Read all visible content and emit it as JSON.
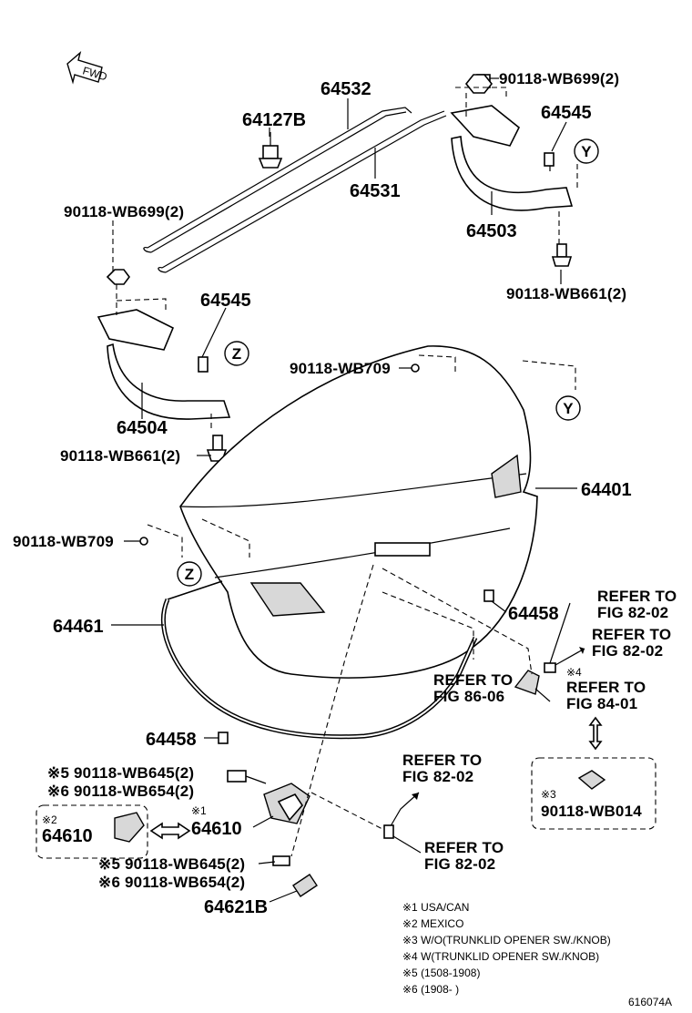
{
  "labels": {
    "p64532": "64532",
    "p64127b": "64127B",
    "p64531": "64531",
    "bolt_top_right": "90118-WB699(2)",
    "p64545_right": "64545",
    "p64503": "64503",
    "bolt_right_lower": "90118-WB661(2)",
    "bolt_left_upper": "90118-WB699(2)",
    "p64545_left": "64545",
    "p64504": "64504",
    "bolt_left_lower": "90118-WB661(2)",
    "clip_center": "90118-WB709",
    "clip_left": "90118-WB709",
    "p64401": "64401",
    "p64461": "64461",
    "p64458_right": "64458",
    "p64458_left": "64458",
    "refer_82_02_a_1": "REFER TO",
    "refer_82_02_a_2": "FIG 82-02",
    "refer_82_02_b_1": "REFER TO",
    "refer_82_02_b_2": "FIG 82-02",
    "refer_84_01_1": "REFER TO",
    "refer_84_01_2": "FIG 84-01",
    "refer_86_06_1": "REFER TO",
    "refer_86_06_2": "FIG 86-06",
    "refer_82_02_c_1": "REFER TO",
    "refer_82_02_c_2": "FIG 82-02",
    "refer_82_02_d_1": "REFER TO",
    "refer_82_02_d_2": "FIG 82-02",
    "mark4": "※4",
    "bolt_645_a": "※5 90118-WB645(2)",
    "bolt_654_a": "※6 90118-WB654(2)",
    "mark1": "※1",
    "p64610_main": "64610",
    "mark2": "※2",
    "p64610_box": "64610",
    "bolt_645_b": "※5 90118-WB645(2)",
    "bolt_654_b": "※6 90118-WB654(2)",
    "p64621b": "64621B",
    "mark3": "※3",
    "p90118_wb014": "90118-WB014",
    "callout_y": "Y",
    "callout_z": "Z",
    "fwd": "FWD",
    "drawing_number": "616074A"
  },
  "notes": [
    "※1 USA/CAN",
    "※2 MEXICO",
    "※3 W/O(TRUNKLID OPENER SW./KNOB)",
    "※4 W(TRUNKLID OPENER SW./KNOB)",
    "※5 (1508-1908)",
    "※6 (1908-        )"
  ]
}
